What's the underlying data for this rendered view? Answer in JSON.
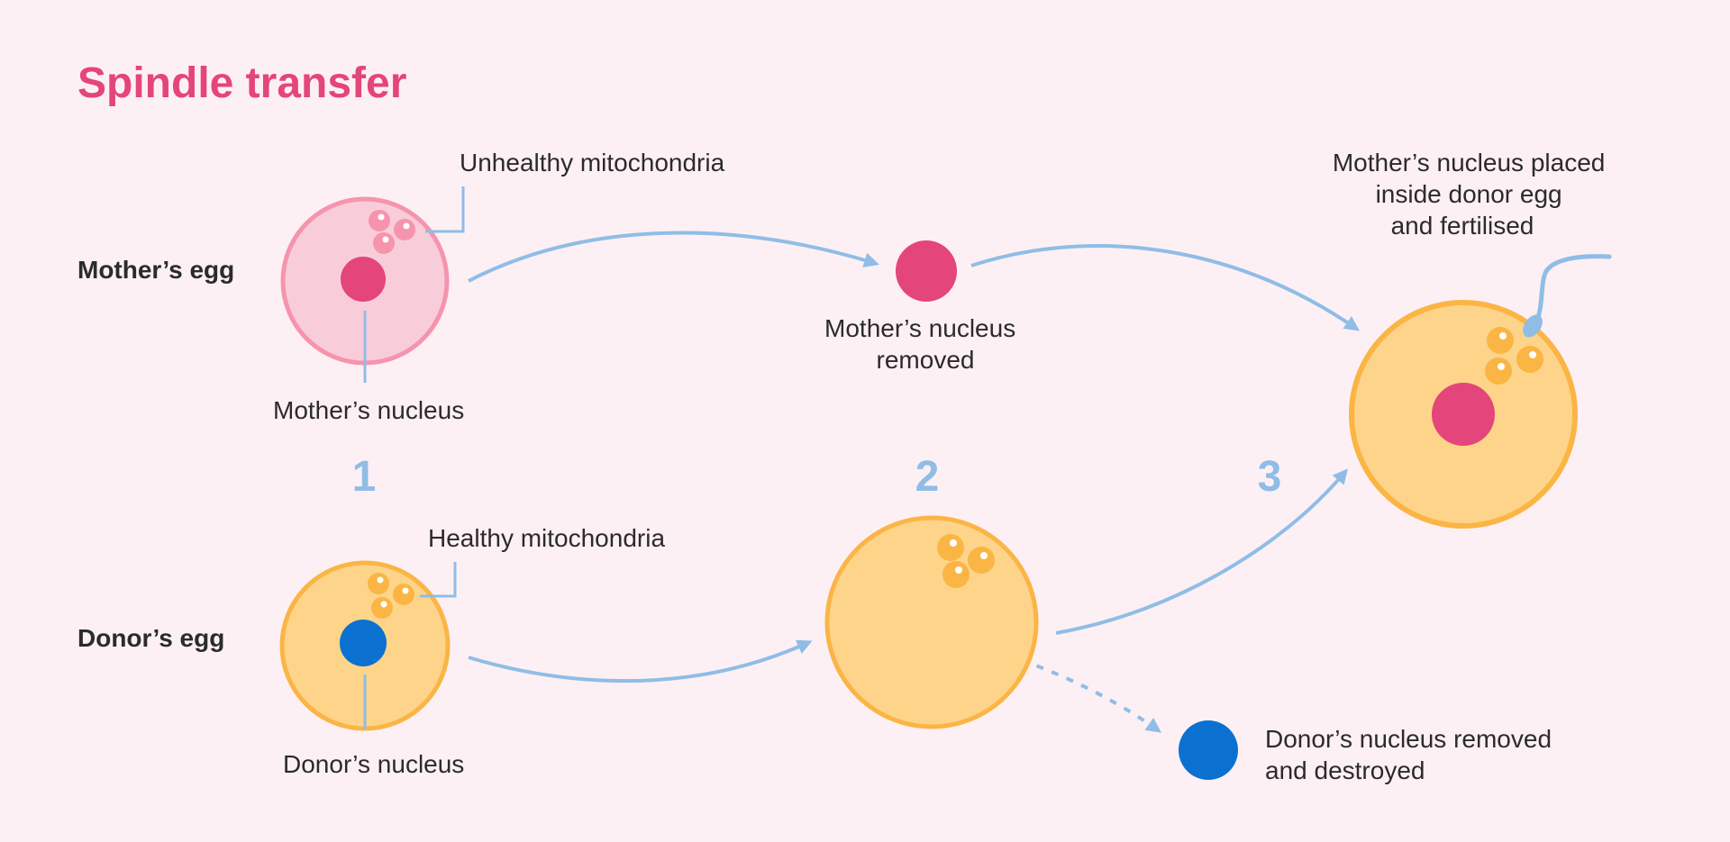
{
  "title": "Spindle transfer",
  "row_labels": {
    "mother": "Mother’s egg",
    "donor": "Donor’s egg"
  },
  "labels": {
    "unhealthy_mito": "Unhealthy mitochondria",
    "mother_nucleus": "Mother’s nucleus",
    "healthy_mito": "Healthy mitochondria",
    "donor_nucleus": "Donor’s nucleus",
    "mother_removed": [
      "Mother’s nucleus",
      "removed"
    ],
    "placed": [
      "Mother’s nucleus placed",
      "inside donor egg",
      "and fertilised"
    ],
    "donor_destroyed": [
      "Donor’s nucleus removed",
      "and destroyed"
    ]
  },
  "steps": [
    "1",
    "2",
    "3"
  ],
  "colors": {
    "background": "#fdf0f5",
    "title": "#e4457a",
    "step_number": "#8fbde6",
    "arrow": "#8fbde6",
    "mother_egg_fill": "#f8cdd9",
    "mother_egg_stroke": "#f694ad",
    "mother_nucleus": "#e4457a",
    "unhealthy_mito": "#f694ad",
    "donor_egg_fill": "#fdd48a",
    "donor_egg_stroke": "#fbb545",
    "donor_nucleus": "#0a71d1",
    "healthy_mito": "#fbb545",
    "leader_line": "#8fbde6",
    "sperm": "#8fbde6"
  },
  "icons": {
    "mother_egg": "cell-icon",
    "donor_egg": "cell-icon",
    "sperm": "sperm-icon",
    "mitochondria": "mitochondria-icon"
  }
}
